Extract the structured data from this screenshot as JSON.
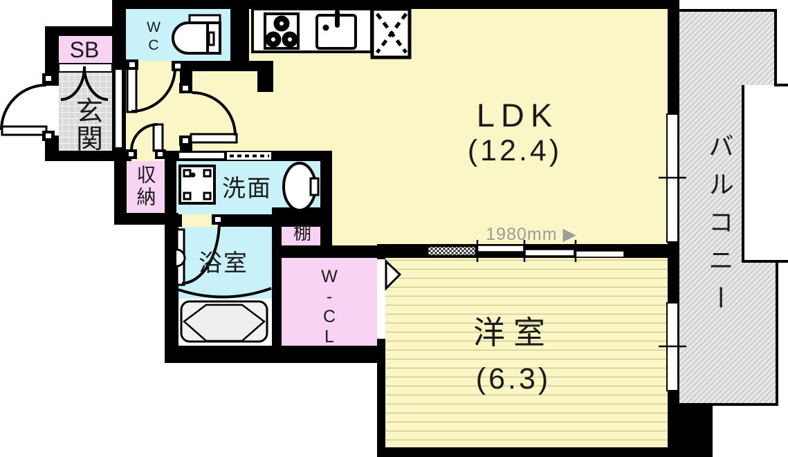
{
  "floorplan": {
    "rooms": {
      "ldk": {
        "name": "LDK",
        "size": "(12.4)"
      },
      "bedroom": {
        "name": "洋室",
        "size": "(6.3)"
      },
      "balcony": {
        "name": "バルコニー"
      },
      "entrance": {
        "name": "玄関"
      },
      "toilet_room": {
        "name": "WC"
      },
      "washroom": {
        "name": "洗面"
      },
      "bathroom": {
        "name": "浴室"
      },
      "storage": {
        "name": "収納"
      },
      "shoe_box": {
        "name": "SB"
      },
      "shelf": {
        "name": "棚"
      },
      "walk_in_closet": {
        "name": "W-CL"
      }
    },
    "dimension_label": "1980mm ▶",
    "fixtures": [
      "toilet",
      "gas-stove",
      "kitchen-sink",
      "refrigerator-space",
      "washing-machine",
      "wash-basin",
      "bathtub"
    ],
    "colors": {
      "floor": "#FAF6C5",
      "wet": "#C9F1F9",
      "pink": "#F8D3F3",
      "tile": "#D9D9D9",
      "tile_line": "#FFFFFF",
      "balcony": "#E7E7E7",
      "balcony_line": "#C6C6C6",
      "stripe": "#CCC489",
      "wall": "#000000",
      "dim": "#9B9B9B",
      "ink": "#1B1B1B"
    }
  }
}
